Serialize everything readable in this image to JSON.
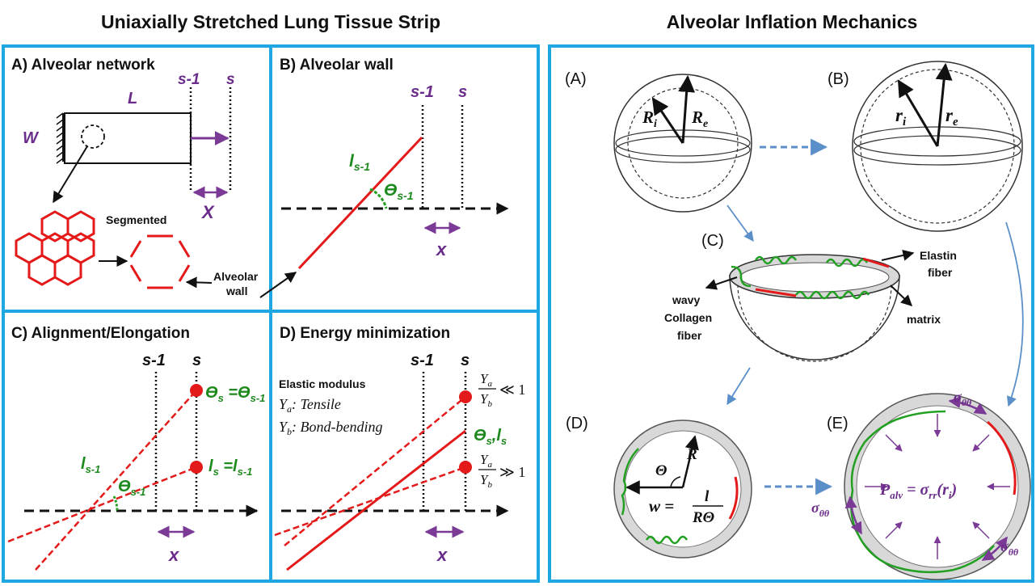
{
  "headers": {
    "left": "Uniaxially Stretched Lung Tissue Strip",
    "right": "Alveolar Inflation Mechanics"
  },
  "colors": {
    "frame": "#1ea7e1",
    "red": "#e41a1a",
    "green": "#22a022",
    "purple": "#7a3a96",
    "gray_fill": "#d8d8d8",
    "blue_arrow": "#5b8fc9"
  },
  "panel_a": {
    "title": "A) Alveolar network",
    "L": "L",
    "W": "W",
    "s_minus_1": "s-1",
    "s": "s",
    "X": "X",
    "segmented": "Segmented",
    "alveolar": "Alveolar",
    "wall": "wall"
  },
  "panel_b": {
    "title": "B) Alveolar wall",
    "s_minus_1": "s-1",
    "s": "s",
    "l_label": "l",
    "l_sub": "s-1",
    "theta_label": "ϴ",
    "theta_sub": "s-1",
    "x": "x"
  },
  "panel_c": {
    "title": "C) Alignment/Elongation",
    "s_minus_1": "s-1",
    "s": "s",
    "theta_eq": "ϴ",
    "theta_eq_sub1": "s",
    "theta_eq_mid": " =ϴ",
    "theta_eq_sub2": "s-1",
    "l_eq": "l",
    "l_eq_sub1": "s",
    "l_eq_mid": " =l",
    "l_eq_sub2": "s-1",
    "l_label": "l",
    "l_sub": "s-1",
    "theta_label": "ϴ",
    "theta_sub": "s-1",
    "x": "x"
  },
  "panel_d": {
    "title": "D) Energy minimization",
    "s_minus_1": "s-1",
    "s": "s",
    "elastic": "Elastic modulus",
    "ya_sym": "Y",
    "ya_sub": "a",
    "ya_desc": ": Tensile",
    "yb_sym": "Y",
    "yb_sub": "b",
    "yb_desc": ": Bond-bending",
    "ratio_num": "Y",
    "ratio_num_sub": "a",
    "ratio_den": "Y",
    "ratio_den_sub": "b",
    "ll": "≪ 1",
    "gg": "≫ 1",
    "theta_l": "ϴ",
    "theta_l_sub1": "s",
    "theta_l_mid": ",l",
    "theta_l_sub2": "s",
    "x": "x"
  },
  "right_panel": {
    "A": "(A)",
    "B": "(B)",
    "C": "(C)",
    "D": "(D)",
    "E": "(E)",
    "Ri": "R",
    "Ri_sub": "i",
    "Re": "R",
    "Re_sub": "e",
    "ri": "r",
    "ri_sub": "i",
    "re": "r",
    "re_sub": "e",
    "elastin_1": "Elastin",
    "elastin_2": "fiber",
    "wavy": "wavy",
    "collagen": "Collagen",
    "fiber": "fiber",
    "matrix": "matrix",
    "R": "R",
    "Theta": "Θ",
    "w_eq": "w =",
    "frac_num": "l",
    "frac_den": "RΘ",
    "P_alv": "P",
    "P_alv_sub": "alv",
    "P_eq": " = σ",
    "P_eq_sub": "rr",
    "P_eq_tail": "(r",
    "P_eq_tail_sub": "i",
    "P_eq_close": ")",
    "sigma": "σ",
    "sigma_sub": "θθ"
  }
}
